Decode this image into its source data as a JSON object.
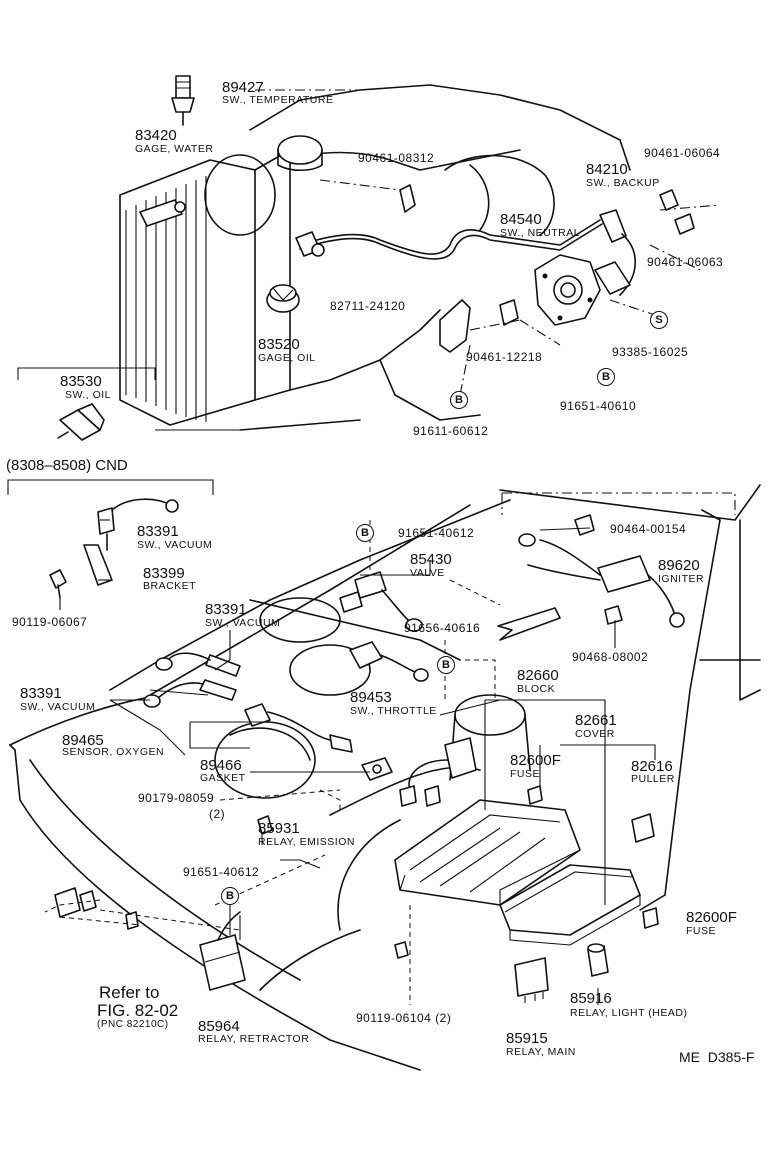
{
  "labels": {
    "p89427": "89427",
    "n89427": "SW., TEMPERATURE",
    "p83420": "83420",
    "n83420": "GAGE, WATER",
    "p90461_08312": "90461-08312",
    "p90461_06064": "90461-06064",
    "p84210": "84210",
    "n84210": "SW., BACKUP",
    "p84540": "84540",
    "n84540": "SW., NEUTRAL",
    "p90461_06063": "90461-06063",
    "p82711_24120": "82711-24120",
    "p83520": "83520",
    "n83520": "GAGE, OIL",
    "p90461_12218": "90461-12218",
    "p93385_16025": "93385-16025",
    "p83530": "83530",
    "n83530": "SW., OIL",
    "p91651_40610": "91651-40610",
    "p91611_60612": "91611-60612",
    "p_cnd": "(8308–8508) CND",
    "p83391a": "83391",
    "n83391a": "SW., VACUUM",
    "p83399": "83399",
    "n83399": "BRACKET",
    "p90119_06067": "90119-06067",
    "p91651_40612a": "91651-40612",
    "p90464_00154": "90464-00154",
    "p85430": "85430",
    "n85430": "VALVE",
    "p89620": "89620",
    "n89620": "IGNITER",
    "p83391b": "83391",
    "n83391b": "SW., VACUUM",
    "p91656_40616": "91656-40616",
    "p90468_08002": "90468-08002",
    "p82660": "82660",
    "n82660": "BLOCK",
    "p83391c": "83391",
    "n83391c": "SW., VACUUM",
    "p89453": "89453",
    "n89453": "SW., THROTTLE",
    "p82661": "82661",
    "n82661": "COVER",
    "p89465": "89465",
    "n89465": "SENSOR, OXYGEN",
    "p89466": "89466",
    "n89466": "GASKET",
    "p82600F_a": "82600F",
    "n82600F_a": "FUSE",
    "p82616": "82616",
    "n82616": "PULLER",
    "p90179_08059": "90179-08059",
    "q90179": "(2)",
    "p85931": "85931",
    "n85931": "RELAY, EMISSION",
    "p91651_40612b": "91651-40612",
    "p82600F_b": "82600F",
    "n82600F_b": "FUSE",
    "ref1": "Refer to",
    "ref2": "FIG. 82-02",
    "ref3": "(PNC 82210C)",
    "p90119_06104": "90119-06104 (2)",
    "p85916": "85916",
    "n85916": "RELAY, LIGHT (HEAD)",
    "p85964": "85964",
    "n85964": "RELAY, RETRACTOR",
    "p85915": "85915",
    "n85915": "RELAY, MAIN",
    "code": "ME  D385-F"
  },
  "markers": {
    "b": "B",
    "s": "S"
  }
}
